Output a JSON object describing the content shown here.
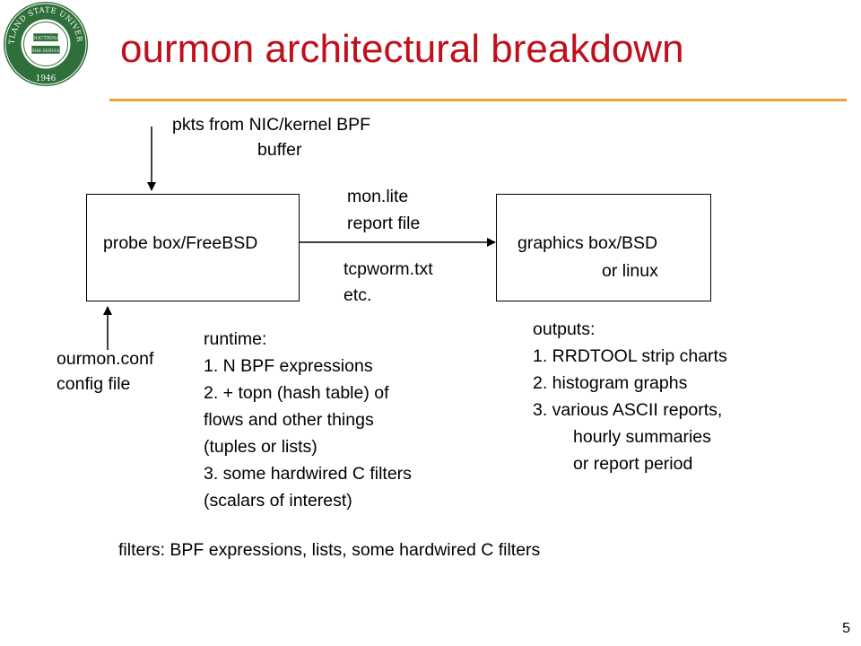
{
  "slide": {
    "title": "ourmon architectural breakdown",
    "page_number": "5"
  },
  "logo": {
    "text_top": "PORTLAND STATE UNIVERSITY",
    "text_year": "1946",
    "motto_1": "DOCTRINA",
    "motto_2": "URBI SERVIAT",
    "color": "#2f6f3a"
  },
  "diagram": {
    "input_label_line1": "pkts from NIC/kernel BPF",
    "input_label_line2": "buffer",
    "probe_box": "probe box/FreeBSD",
    "graphics_box_line1": "graphics box/BSD",
    "graphics_box_line2": "or linux",
    "transfer_top_line1": "mon.lite",
    "transfer_top_line2": "report file",
    "transfer_bottom_line1": "tcpworm.txt",
    "transfer_bottom_line2": "etc.",
    "config_line1": "ourmon.conf",
    "config_line2": "config file",
    "runtime": [
      "runtime:",
      "1. N BPF expressions",
      "2. + topn (hash table) of",
      "flows and other things",
      "(tuples or lists)",
      "3. some hardwired C filters",
      "(scalars of interest)"
    ],
    "outputs": [
      "outputs:",
      "1. RRDTOOL strip charts",
      "2. histogram graphs",
      "3. various ASCII reports,",
      "hourly summaries",
      "or report period"
    ],
    "filters_note": "filters: BPF expressions, lists, some hardwired C filters"
  },
  "colors": {
    "title": "#c0101c",
    "rule": "#e6a43a"
  }
}
